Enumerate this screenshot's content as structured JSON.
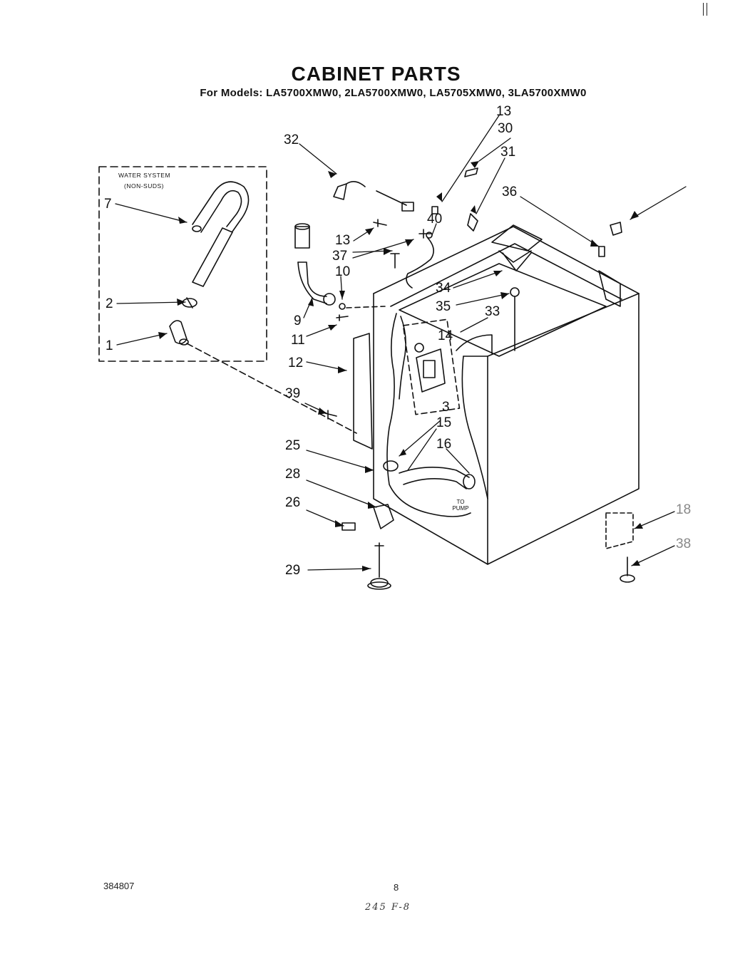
{
  "title": "CABINET PARTS",
  "models_line": "For Models: LA5700XMW0, 2LA5700XMW0, LA5705XMW0, 3LA5700XMW0",
  "inset": {
    "line1": "WATER SYSTEM",
    "line2": "(NON-SUDS)"
  },
  "callouts": {
    "c13a": "13",
    "c30": "30",
    "c31": "31",
    "c32": "32",
    "c36": "36",
    "c40": "40",
    "c13b": "13",
    "c37": "37",
    "c10": "10",
    "c7": "7",
    "c2": "2",
    "c1": "1",
    "c9": "9",
    "c11": "11",
    "c34": "34",
    "c35": "35",
    "c33": "33",
    "c14": "14",
    "c12": "12",
    "c39": "39",
    "c3": "3",
    "c15": "15",
    "c16": "16",
    "c25": "25",
    "c28": "28",
    "c26": "26",
    "c29": "29",
    "c18": "18",
    "c38": "38"
  },
  "to_pump": {
    "line1": "TO",
    "line2": "PUMP"
  },
  "footer": {
    "part_number": "384807",
    "page_number": "8",
    "handwritten_note": "245 F-8"
  }
}
